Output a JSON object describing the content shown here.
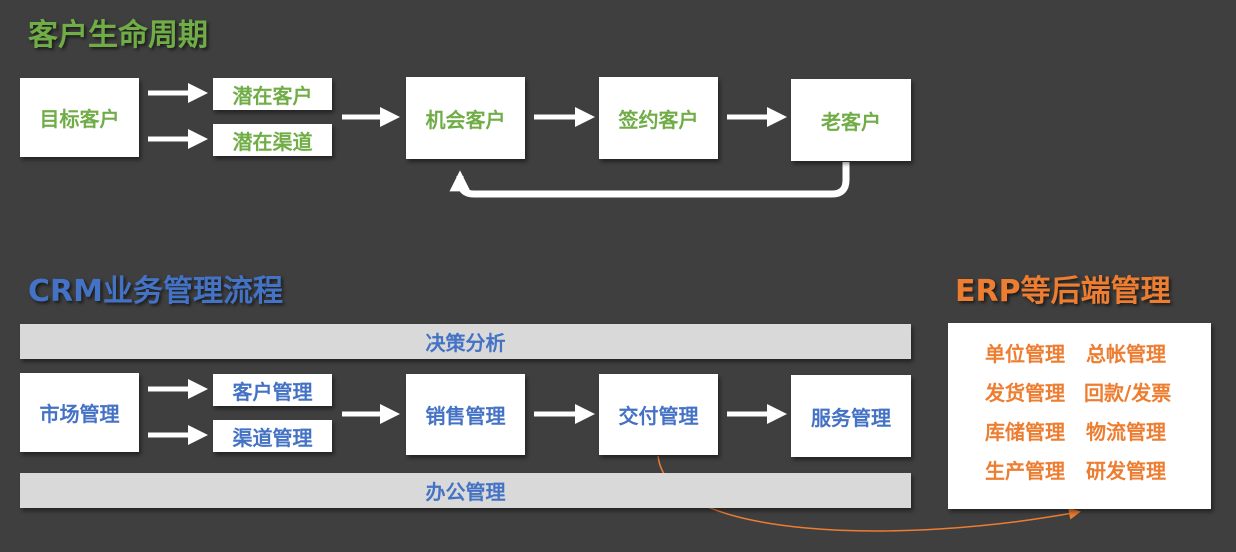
{
  "lifecycle": {
    "title": "客户生命周期",
    "target": "目标客户",
    "potential_customer": "潜在客户",
    "potential_channel": "潜在渠道",
    "opportunity": "机会客户",
    "signed": "签约客户",
    "old": "老客户"
  },
  "crm": {
    "title": "CRM业务管理流程",
    "decision": "决策分析",
    "market": "市场管理",
    "customer_mgmt": "客户管理",
    "channel_mgmt": "渠道管理",
    "sales": "销售管理",
    "delivery": "交付管理",
    "service": "服务管理",
    "office": "办公管理"
  },
  "erp": {
    "title": "ERP等后端管理",
    "items": [
      "单位管理",
      "总帐管理",
      "发货管理",
      "回款/发票",
      "库储管理",
      "物流管理",
      "生产管理",
      "研发管理"
    ]
  },
  "colors": {
    "background": "#3f3f3f",
    "green": "#70ad47",
    "blue": "#4472c4",
    "orange": "#ed7d31",
    "bar": "#d9d9d9"
  }
}
